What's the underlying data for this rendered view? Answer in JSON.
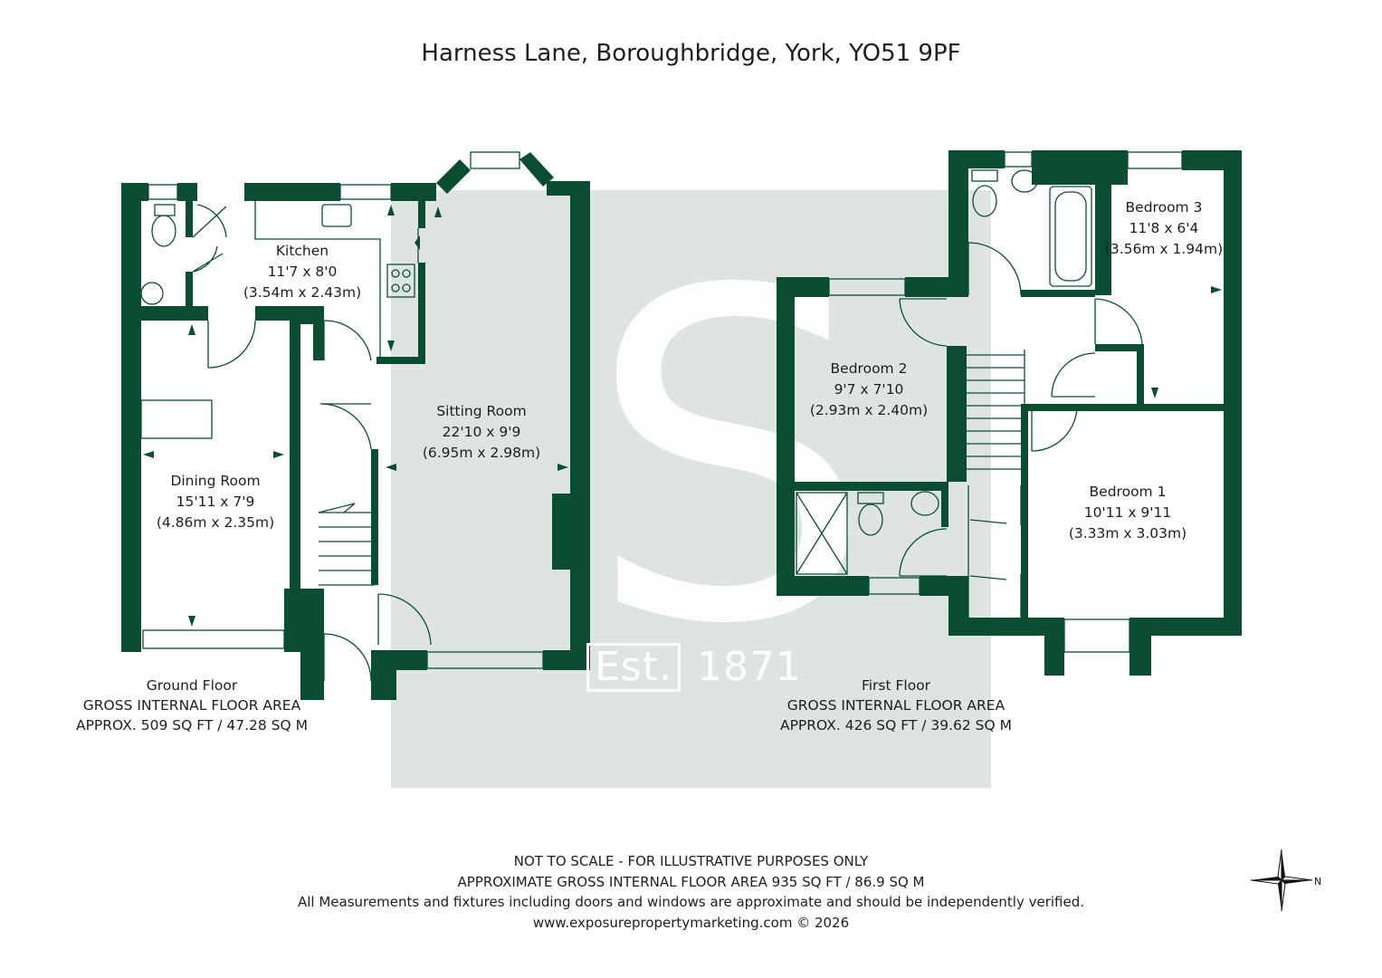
{
  "header": {
    "title": "Harness Lane, Boroughbridge, York, YO51 9PF"
  },
  "watermark": {
    "letter": "S",
    "est_label": "Est.",
    "year": "1871"
  },
  "rooms": [
    {
      "id": "kitchen",
      "name": "Kitchen",
      "imperial": "11'7 x 8'0",
      "metric": "(3.54m x 2.43m)"
    },
    {
      "id": "dining",
      "name": "Dining Room",
      "imperial": "15'11 x 7'9",
      "metric": "(4.86m x 2.35m)"
    },
    {
      "id": "sitting",
      "name": "Sitting Room",
      "imperial": "22'10 x 9'9",
      "metric": "(6.95m x 2.98m)"
    },
    {
      "id": "bedroom2",
      "name": "Bedroom 2",
      "imperial": "9'7 x 7'10",
      "metric": "(2.93m x 2.40m)"
    },
    {
      "id": "bedroom3",
      "name": "Bedroom 3",
      "imperial": "11'8 x 6'4",
      "metric": "(3.56m x 1.94m)"
    },
    {
      "id": "bedroom1",
      "name": "Bedroom 1",
      "imperial": "10'11 x 9'11",
      "metric": "(3.33m x 3.03m)"
    }
  ],
  "floors": [
    {
      "id": "ground",
      "name": "Ground Floor",
      "area_heading": "GROSS INTERNAL FLOOR AREA",
      "area": "APPROX. 509 SQ FT / 47.28 SQ M"
    },
    {
      "id": "first",
      "name": "First Floor",
      "area_heading": "GROSS INTERNAL FLOOR AREA",
      "area": "APPROX. 426 SQ FT / 39.62 SQ M"
    }
  ],
  "footer": {
    "line1": "NOT TO SCALE - FOR ILLUSTRATIVE PURPOSES ONLY",
    "line2": "APPROXIMATE GROSS INTERNAL FLOOR AREA 935 SQ FT / 86.9 SQ M",
    "line3": "All Measurements and fixtures including doors and windows are approximate and should be independently verified.",
    "line4": "www.exposurepropertymarketing.com © 2026"
  },
  "compass": {
    "icon": "compass-rose-icon",
    "north_label": "N"
  },
  "colors": {
    "wall": "#0b4d33",
    "watermark_bg": "#dde4e1"
  }
}
